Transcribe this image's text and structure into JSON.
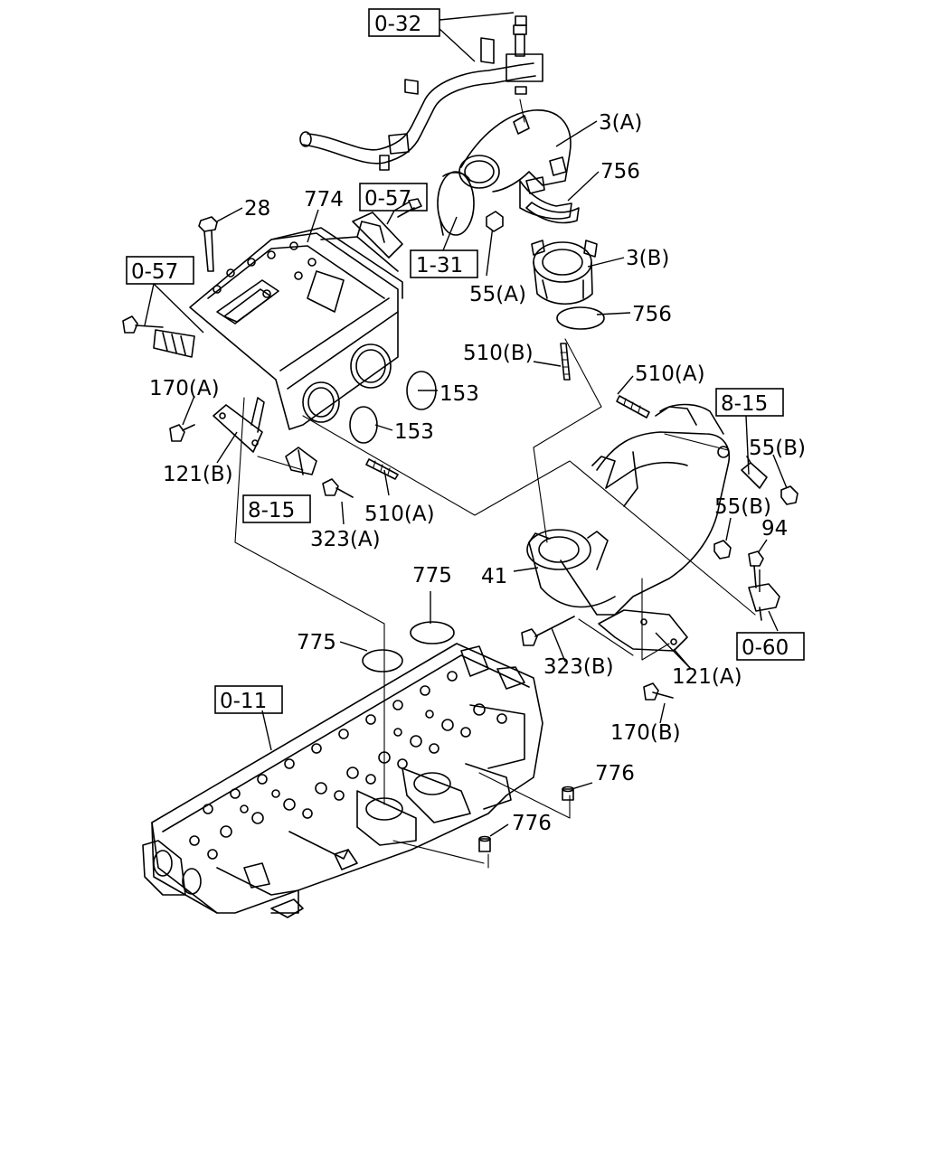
{
  "references": [
    {
      "id": "ref-0-32",
      "text": "0-32"
    },
    {
      "id": "ref-0-57-a",
      "text": "0-57"
    },
    {
      "id": "ref-0-57-b",
      "text": "0-57"
    },
    {
      "id": "ref-1-31",
      "text": "1-31"
    },
    {
      "id": "ref-8-15-a",
      "text": "8-15"
    },
    {
      "id": "ref-8-15-b",
      "text": "8-15"
    },
    {
      "id": "ref-0-60",
      "text": "0-60"
    },
    {
      "id": "ref-0-11",
      "text": "0-11"
    }
  ],
  "parts": [
    {
      "id": "p-3a",
      "text": "3(A)"
    },
    {
      "id": "p-756a",
      "text": "756"
    },
    {
      "id": "p-3b",
      "text": "3(B)"
    },
    {
      "id": "p-756b",
      "text": "756"
    },
    {
      "id": "p-28",
      "text": "28"
    },
    {
      "id": "p-774",
      "text": "774"
    },
    {
      "id": "p-55a",
      "text": "55(A)"
    },
    {
      "id": "p-510b",
      "text": "510(B)"
    },
    {
      "id": "p-510a-top",
      "text": "510(A)"
    },
    {
      "id": "p-170a",
      "text": "170(A)"
    },
    {
      "id": "p-153a",
      "text": "153"
    },
    {
      "id": "p-153b",
      "text": "153"
    },
    {
      "id": "p-121b",
      "text": "121(B)"
    },
    {
      "id": "p-510a-bot",
      "text": "510(A)"
    },
    {
      "id": "p-323a",
      "text": "323(A)"
    },
    {
      "id": "p-55b-top",
      "text": "55(B)"
    },
    {
      "id": "p-55b-mid",
      "text": "55(B)"
    },
    {
      "id": "p-94",
      "text": "94"
    },
    {
      "id": "p-41",
      "text": "41"
    },
    {
      "id": "p-775a",
      "text": "775"
    },
    {
      "id": "p-775b",
      "text": "775"
    },
    {
      "id": "p-323b",
      "text": "323(B)"
    },
    {
      "id": "p-121a",
      "text": "121(A)"
    },
    {
      "id": "p-170b",
      "text": "170(B)"
    },
    {
      "id": "p-776a",
      "text": "776"
    },
    {
      "id": "p-776b",
      "text": "776"
    }
  ]
}
